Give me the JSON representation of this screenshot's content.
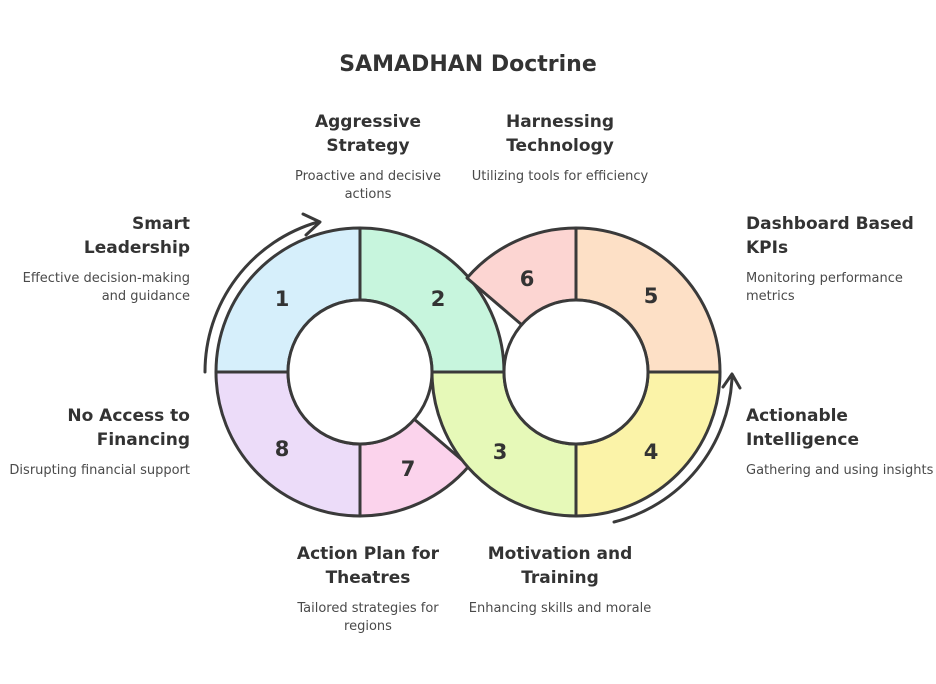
{
  "title": "SAMADHAN Doctrine",
  "blocks": {
    "smart_leadership": {
      "heading": "Smart\nLeadership",
      "desc": "Effective decision-making and guidance"
    },
    "aggressive_strategy": {
      "heading": "Aggressive Strategy",
      "desc": "Proactive and decisive actions"
    },
    "harnessing_technology": {
      "heading": "Harnessing Technology",
      "desc": "Utilizing tools for efficiency"
    },
    "dashboard_kpis": {
      "heading": "Dashboard Based KPIs",
      "desc": "Monitoring performance metrics"
    },
    "actionable_intelligence": {
      "heading": "Actionable Intelligence",
      "desc": "Gathering and using insights"
    },
    "motivation_training": {
      "heading": "Motivation and Training",
      "desc": "Enhancing skills and morale"
    },
    "action_plan": {
      "heading": "Action Plan for Theatres",
      "desc": "Tailored strategies for regions"
    },
    "no_access": {
      "heading": "No Access to Financing",
      "desc": "Disrupting financial support"
    }
  },
  "segments": [
    {
      "number": "1",
      "color": "#d6effb"
    },
    {
      "number": "2",
      "color": "#c7f5dd"
    },
    {
      "number": "3",
      "color": "#e6f9b8"
    },
    {
      "number": "4",
      "color": "#fbf3a8"
    },
    {
      "number": "5",
      "color": "#fde0c6"
    },
    {
      "number": "6",
      "color": "#fcd5d2"
    },
    {
      "number": "7",
      "color": "#fbd3ec"
    },
    {
      "number": "8",
      "color": "#ecdcf9"
    }
  ]
}
